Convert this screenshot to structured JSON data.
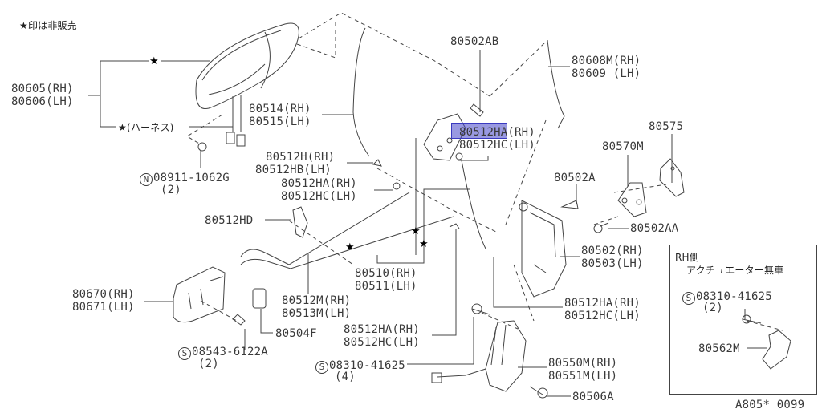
{
  "note": "★印は非販売",
  "highlight_color": "#4646c8",
  "labels": {
    "handle_outer": [
      "80605(RH)",
      "80606(LH)"
    ],
    "star": "★",
    "harness": "★(ハーネス)",
    "nut": {
      "symbol": "N",
      "part": "08911-1062G",
      "qty": "(2)"
    },
    "rod_80514": [
      "80514(RH)",
      "80515(LH)"
    ],
    "clip_80512h": [
      "80512H(RH)",
      "80512HB(LH)"
    ],
    "clip_80512ha_left": [
      "80512HA(RH)",
      "80512HC(LH)"
    ],
    "clip_80512hd": "80512HD",
    "bolt_80502ab": "80502AB",
    "rod_80608m": [
      "80608M(RH)",
      "80609 (LH)"
    ],
    "clip_80512ha_top": [
      "80512HA(RH)",
      "80512HC(LH)"
    ],
    "plate_80575": "80575",
    "striker_80570m": "80570M",
    "bolt_80502a": "80502A",
    "bolt_80502aa": "80502AA",
    "rod_80510": [
      "80510(RH)",
      "80511(LH)"
    ],
    "rod_80512m": [
      "80512M(RH)",
      "80513M(LH)"
    ],
    "handle_inner": [
      "80670(RH)",
      "80671(LH)"
    ],
    "clip_80504f": "80504F",
    "screw_08543": {
      "symbol": "S",
      "part": "08543-6122A",
      "qty": "(2)"
    },
    "clip_80512ha_bottom": [
      "80512HA(RH)",
      "80512HC(LH)"
    ],
    "screw_08310": {
      "symbol": "S",
      "part": "08310-41625",
      "qty": "(4)"
    },
    "lock_80502": [
      "80502(RH)",
      "80503(LH)"
    ],
    "clip_80512ha_right": [
      "80512HA(RH)",
      "80512HC(LH)"
    ],
    "actuator_80550m": [
      "80550M(RH)",
      "80551M(LH)"
    ],
    "bolt_80506a": "80506A"
  },
  "inset": {
    "title": "RH側",
    "subtitle": "アクチュエーター無車",
    "screw": {
      "symbol": "S",
      "part": "08310-41625",
      "qty": "(2)"
    },
    "part": "80562M"
  },
  "diagram_code": "A805* 0099"
}
